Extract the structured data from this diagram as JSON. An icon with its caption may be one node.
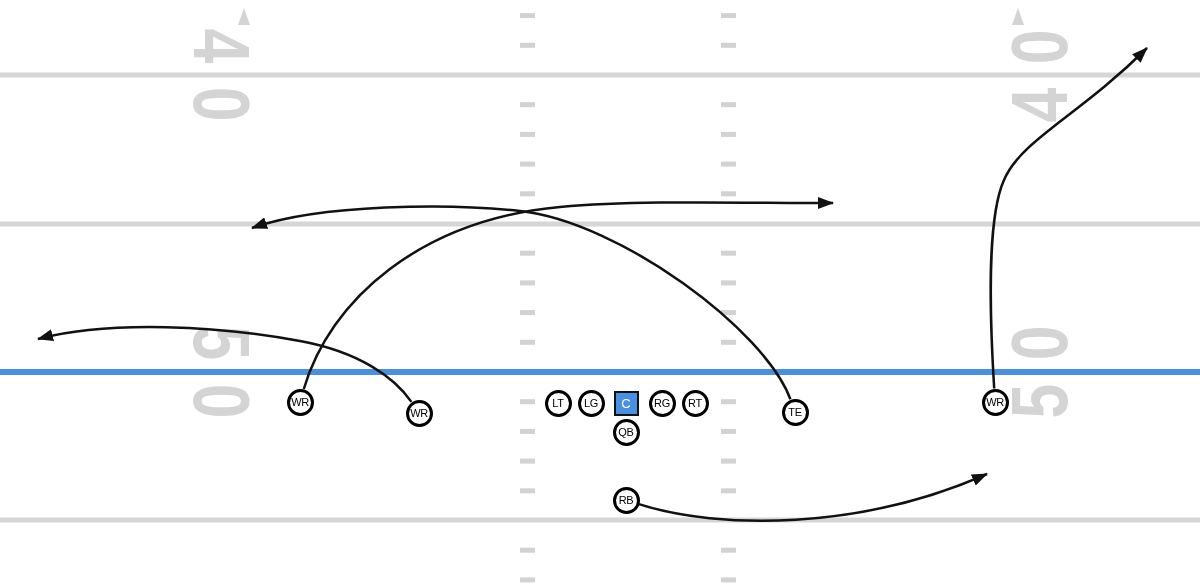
{
  "diagram": {
    "nodes": [
      {
        "text": [
          "WR"
        ]
      },
      {
        "text": [
          "WR"
        ]
      },
      {
        "text": [
          "LT"
        ]
      },
      {
        "text": [
          "LG"
        ]
      },
      {
        "text": [
          "C"
        ]
      },
      {
        "text": [
          "RG"
        ]
      },
      {
        "text": [
          "RT"
        ]
      },
      {
        "text": [
          "TE"
        ]
      },
      {
        "text": [
          "WR"
        ]
      },
      {
        "text": [
          "QB"
        ]
      },
      {
        "text": [
          "RB"
        ]
      }
    ],
    "edges": [
      {
        "from": 0,
        "to": null,
        "arrow": "to"
      },
      {
        "from": 1,
        "to": null,
        "arrow": "to"
      },
      {
        "from": 7,
        "to": null,
        "arrow": "to"
      },
      {
        "from": 8,
        "to": null,
        "arrow": "to"
      },
      {
        "from": 10,
        "to": null,
        "arrow": "to"
      }
    ],
    "labels": [
      "40",
      "40",
      "50",
      "50"
    ]
  }
}
